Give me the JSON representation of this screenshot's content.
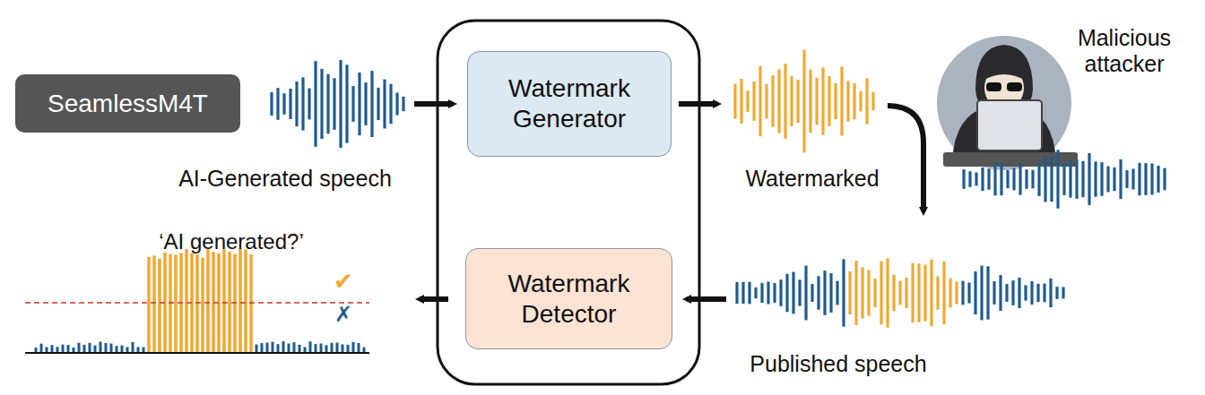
{
  "diagram": {
    "nodes": [
      {
        "text": [
          "SeamlessM4T"
        ]
      },
      {
        "text": [
          "Watermark Generator"
        ]
      },
      {
        "text": [
          "Watermark Detector"
        ]
      }
    ],
    "labels": [
      "AI-Generated speech",
      "Watermarked",
      "Malicious attacker",
      "Published speech",
      "‘AI generated?’",
      "✔",
      "✗"
    ]
  }
}
